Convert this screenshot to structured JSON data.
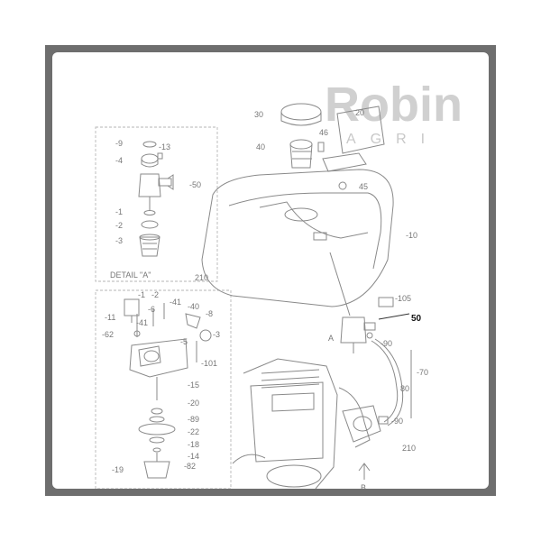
{
  "logo": {
    "brand": "Robin",
    "sub": "AGRI"
  },
  "detail_a": {
    "title": "DETAIL \"A\""
  },
  "labels": {
    "l9": "-9",
    "l13": "-13",
    "l4": "-4",
    "l50a": "-50",
    "l1": "-1",
    "l2": "-2",
    "l3": "-3",
    "l210a": "210",
    "l30": "30",
    "l40": "40",
    "l46": "46",
    "l20": "20",
    "l45": "45",
    "l10": "-10",
    "l105": "-105",
    "l50": "50",
    "lA": "A",
    "l90a": "-90",
    "l70": "-70",
    "l80": "80",
    "l90b": "-90",
    "l210b": "210",
    "lB": "B",
    "c1": "-1",
    "c2": "-2",
    "c11": "-11",
    "c6": "-6",
    "c41a": "-41",
    "c40": "-40",
    "c8": "-8",
    "c62": "-62",
    "c41b": "-41",
    "c5": "-5",
    "c3": "-3",
    "c101": "-101",
    "c15": "-15",
    "c20": "-20",
    "c89": "-89",
    "c22": "-22",
    "c18": "-18",
    "c14": "-14",
    "c19": "-19",
    "c82": "-82"
  }
}
